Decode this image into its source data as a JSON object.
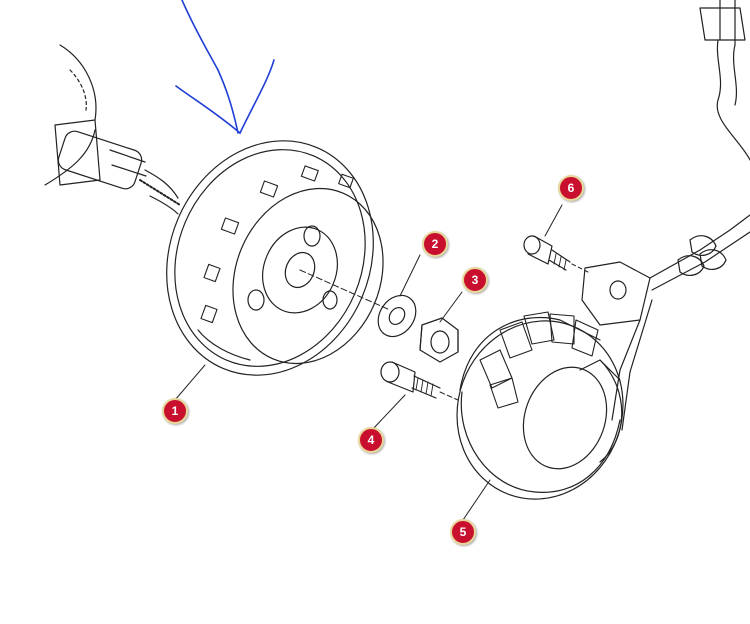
{
  "callouts": [
    {
      "id": "c1",
      "label": "1"
    },
    {
      "id": "c2",
      "label": "2"
    },
    {
      "id": "c3",
      "label": "3"
    },
    {
      "id": "c4",
      "label": "4"
    },
    {
      "id": "c5",
      "label": "5"
    },
    {
      "id": "c6",
      "label": "6"
    }
  ],
  "colors": {
    "line_art": "#222222",
    "callout_fill": "#c8102e",
    "callout_ring": "#e8d79a",
    "annotation_arrow": "#1f3fd6"
  }
}
